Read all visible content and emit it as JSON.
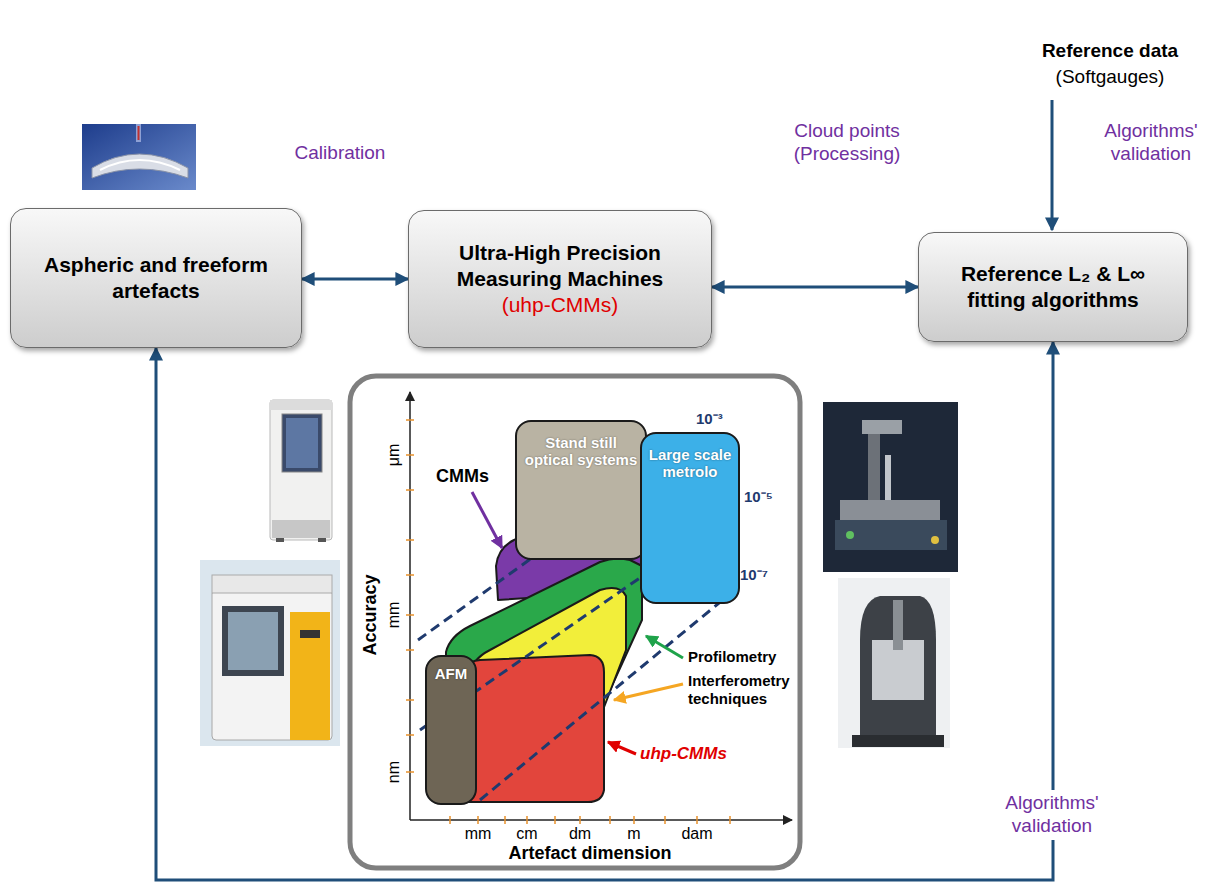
{
  "diagram": {
    "nodes": [
      {
        "text": [
          "Aspheric and freeform artefacts"
        ]
      },
      {
        "text": [
          "Ultra-High Precision Measuring Machines",
          "(uhp-CMMs)"
        ]
      },
      {
        "text": [
          "Reference L₂ & L∞ fitting algorithms"
        ]
      },
      {
        "text": [
          "Stand still optical systems"
        ]
      },
      {
        "text": [
          "Large scale metrolo"
        ]
      },
      {
        "text": [
          "AFM"
        ]
      }
    ],
    "edges": [
      {
        "from": 0,
        "to": 1,
        "arrow": "both",
        "label": "Calibration"
      },
      {
        "from": 1,
        "to": 2,
        "arrow": "both",
        "label": "Cloud points (Processing)"
      },
      {
        "from": 2,
        "to": 0,
        "arrow": "both",
        "label": "Algorithms' validation"
      }
    ],
    "labels": [
      "Reference data",
      "(Softgauges)",
      "Algorithms' validation",
      "CMMs",
      "10⁻³",
      "10⁻⁵",
      "10⁻⁷",
      "Profilometry",
      "Interferometry techniques",
      "uhp-CMMs",
      "Accuracy",
      "μm",
      "mm",
      "nm",
      "mm",
      "cm",
      "dm",
      "m",
      "dam",
      "Artefact dimension"
    ]
  }
}
